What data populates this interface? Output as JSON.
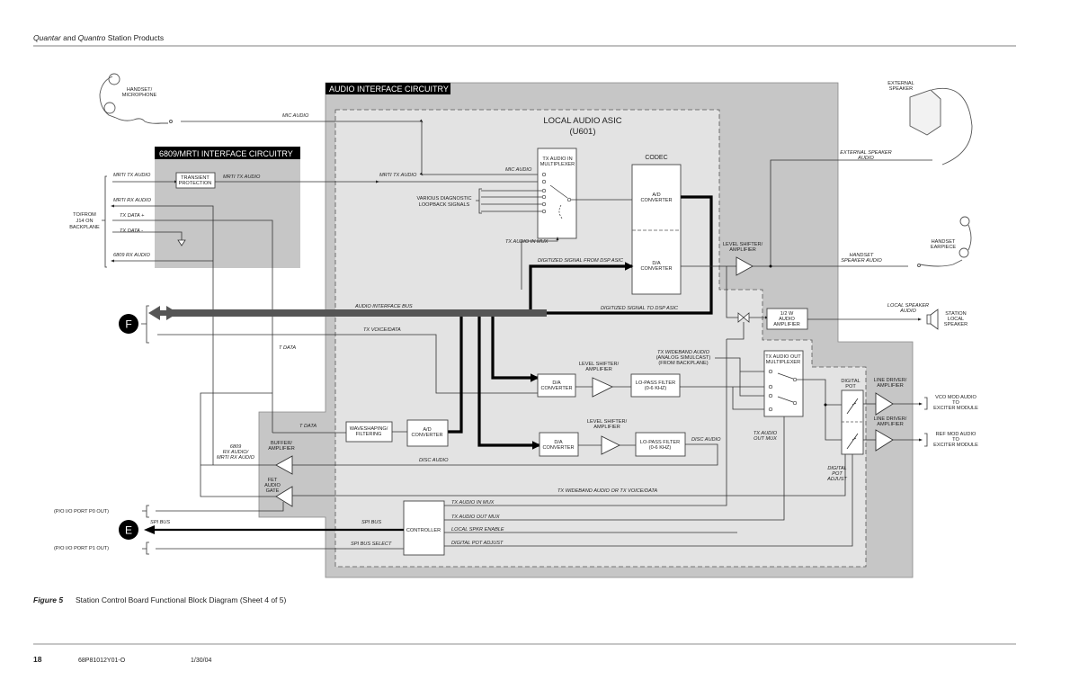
{
  "header": {
    "title_a": "Quantar",
    "title_and": "and",
    "title_b": "Quantro",
    "title_rest": "Station Products"
  },
  "regions": {
    "audio_interface": "AUDIO INTERFACE CIRCUITRY",
    "mrti": "6809/MRTI INTERFACE CIRCUITRY",
    "asic": [
      "LOCAL AUDIO ASIC",
      "(U601)"
    ]
  },
  "blocks": {
    "transient": [
      "TRANSIENT",
      "PROTECTION"
    ],
    "tx_in_mux": [
      "TX AUDIO IN",
      "MULTIPLEXER"
    ],
    "codec": "CODEC",
    "ad": [
      "A/D",
      "CONVERTER"
    ],
    "da": [
      "D/A",
      "CONVERTER"
    ],
    "level_shifter": [
      "LEVEL SHIFTER/",
      "AMPLIFIER"
    ],
    "lpf": [
      "LO-PASS FILTER",
      "(0-6 KHZ)"
    ],
    "waveshaping": [
      "WAVESHAPING/",
      "FILTERING"
    ],
    "buffer": [
      "BUFFER/",
      "AMPLIFIER"
    ],
    "fet": [
      "FET",
      "AUDIO",
      "GATE"
    ],
    "controller": "CONTROLLER",
    "tx_out_mux": [
      "TX AUDIO OUT",
      "MULTIPLEXER"
    ],
    "digital_pot": [
      "DIGITAL",
      "POT"
    ],
    "line_driver": [
      "LINE DRIVER/",
      "AMPLIFIER"
    ],
    "half_w": [
      "1/2 W",
      "AUDIO",
      "AMPLIFIER"
    ]
  },
  "devices": {
    "handset_mic": [
      "HANDSET/",
      "MICROPHONE"
    ],
    "ext_speaker": [
      "EXTERNAL",
      "SPEAKER"
    ],
    "handset_ear": [
      "HANDSET",
      "EARPIECE"
    ],
    "station_speaker": [
      "STATION",
      "LOCAL",
      "SPEAKER"
    ],
    "backplane": [
      "TO/FROM",
      "J14 ON",
      "BACKPLANE"
    ],
    "vco_out": [
      "VCO MOD AUDIO",
      "TO",
      "EXCITER MODULE"
    ],
    "ref_out": [
      "REF MOD AUDIO",
      "TO",
      "EXCITER MODULE"
    ],
    "port_p0": "(P/O I/O PORT P0 OUT)",
    "port_p1": "(P/O I/O PORT P1 OUT)",
    "connector_f": "F",
    "connector_e": "E"
  },
  "signals": {
    "mic_audio": "MIC AUDIO",
    "mrti_tx": "MRTI TX AUDIO",
    "mrti_rx": "MRTI RX AUDIO",
    "tx_data_p": "TX DATA +",
    "tx_data_m": "TX DATA -",
    "rx_6809": "6809 RX AUDIO",
    "diag": [
      "VARIOUS DIAGNOSTIC",
      "LOOPBACK SIGNALS"
    ],
    "tx_in_mux": "TX AUDIO IN MUX",
    "from_dsp": "DIGITIZED SIGNAL FROM DSP ASIC",
    "to_dsp": "DIGITIZED SIGNAL TO DSP ASIC",
    "bus": "AUDIO INTERFACE BUS",
    "tx_voice": "TX VOICE/DATA",
    "t_data": "T DATA",
    "rx_combo": [
      "6809",
      "RX AUDIO/",
      "MRTI RX AUDIO"
    ],
    "disc": "DISC AUDIO",
    "wideband": [
      "TX WIDEBAND AUDIO",
      "(ANALOG SIMULCAST)",
      "(FROM BACKPLANE)"
    ],
    "wideband_or": "TX WIDEBAND AUDIO OR TX VOICE/DATA",
    "tx_out_mux": [
      "TX AUDIO",
      "OUT MUX"
    ],
    "pot_adjust": [
      "DIGITAL",
      "POT",
      "ADJUST"
    ],
    "ext_spk": [
      "EXTERNAL SPEAKER",
      "AUDIO"
    ],
    "hs_spk": [
      "HANDSET",
      "SPEAKER AUDIO"
    ],
    "local_spk": [
      "LOCAL SPEAKER",
      "AUDIO"
    ],
    "spi_bus": "SPI BUS",
    "spi_select": "SPI BUS SELECT",
    "ctl_tx_in": "TX AUDIO IN MUX",
    "ctl_tx_out": "TX AUDIO OUT MUX",
    "ctl_spkr": "LOCAL SPKR ENABLE",
    "ctl_pot": "DIGITAL POT ADJUST"
  },
  "caption": {
    "label": "Figure 5",
    "text": "Station Control Board Functional Block Diagram (Sheet 4 of 5)"
  },
  "footer": {
    "page": "18",
    "doc": "68P81012Y01-O",
    "date": "1/30/04"
  },
  "colors": {
    "region_dark": "#c6c6c6",
    "region_light": "#e3e3e3",
    "header_bar": "#000000",
    "bus": "#555555"
  }
}
